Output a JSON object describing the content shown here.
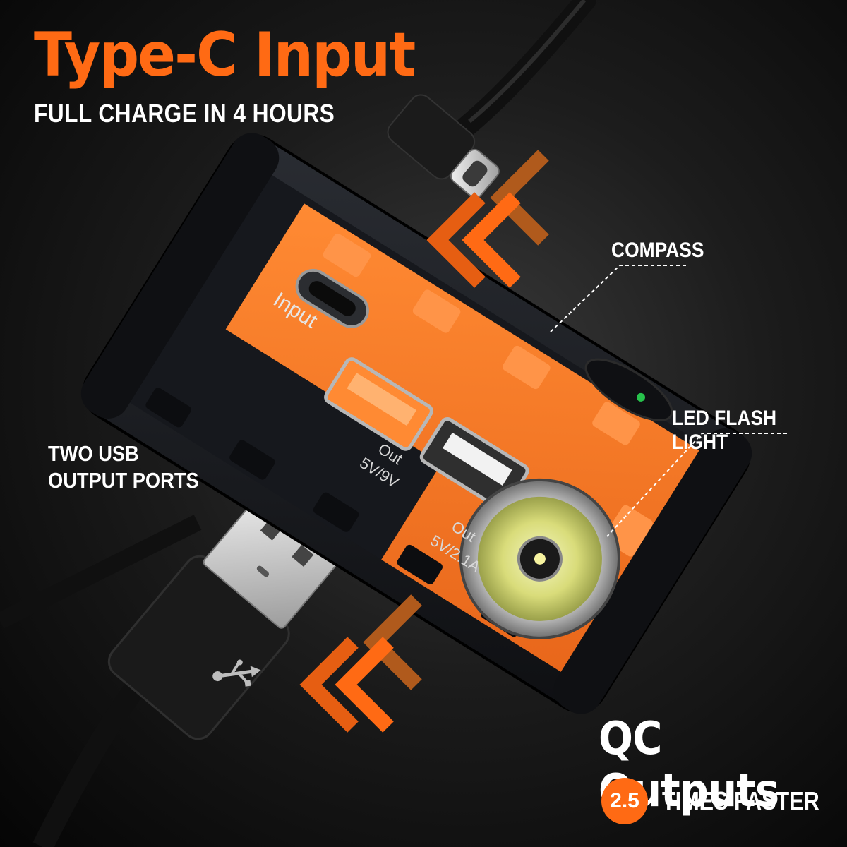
{
  "headline": "Type-C Input",
  "subheadline": "FULL CHARGE IN 4 HOURS",
  "callouts": {
    "compass": "COMPASS",
    "led": "LED FLASH LIGHT",
    "usb_line1": "TWO USB",
    "usb_line2": "OUTPUT PORTS"
  },
  "device": {
    "input_label": "Input",
    "port1_out": "Out",
    "port1_spec": "5V/9V",
    "port2_out": "Out",
    "port2_spec": "5V/2.1A"
  },
  "qc": {
    "title": "QC Outputs",
    "badge": "2.5",
    "subtitle": "TIMES FASTER"
  },
  "colors": {
    "accent": "#ff6a14",
    "device_body": "#16181d",
    "device_orange": "#f47b22",
    "text": "#ffffff"
  },
  "icons": [
    "usb-c-plug-icon",
    "usb-a-plug-icon",
    "usb-trident-icon",
    "compass-icon",
    "led-lamp-icon",
    "chevron-arrow-icon"
  ]
}
